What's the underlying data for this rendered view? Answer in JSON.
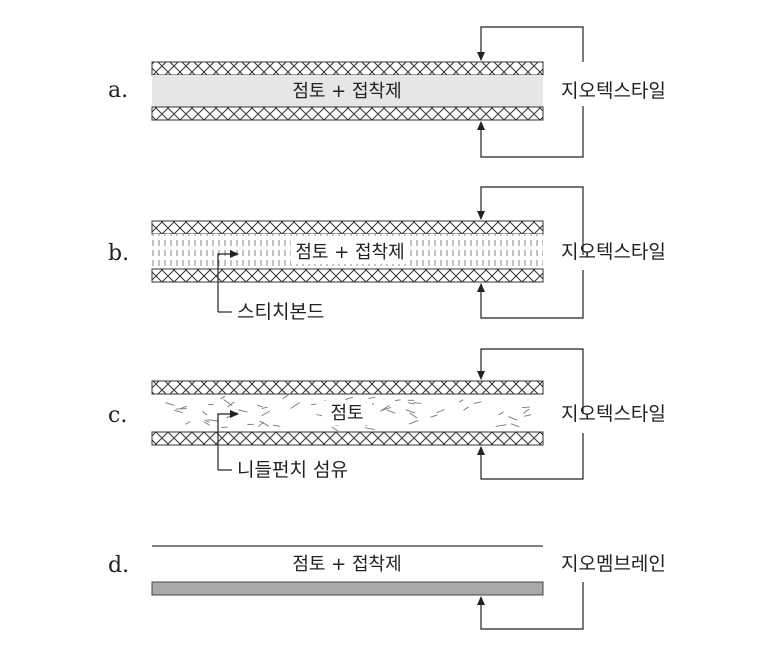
{
  "diagram": {
    "panels": [
      {
        "id": "a",
        "letter": "a.",
        "core_text": "점토 + 접착제",
        "side_label": "지오텍스타일",
        "callout": ""
      },
      {
        "id": "b",
        "letter": "b.",
        "core_text": "점토 + 접착제",
        "side_label": "지오텍스타일",
        "callout": "스티치본드"
      },
      {
        "id": "c",
        "letter": "c.",
        "core_text": "점토",
        "side_label": "지오텍스타일",
        "callout": "니들펀치 섬유"
      },
      {
        "id": "d",
        "letter": "d.",
        "core_text": "점토 + 접착제",
        "side_label": "지오멤브레인",
        "callout": ""
      }
    ]
  }
}
